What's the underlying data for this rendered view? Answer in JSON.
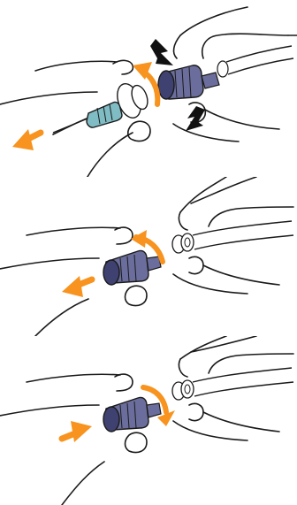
{
  "colors": {
    "line": "#1a1a1a",
    "arrow_orange": "#f7931e",
    "arrow_black": "#111111",
    "connector_purple": "#6b6e9c",
    "connector_dark": "#3f4170",
    "needle_hub_teal": "#7fbcc4",
    "paper": "#ffffff"
  },
  "steps": [
    {
      "id": "step-1",
      "action": "twist-off-needle-and-pull-away",
      "arrows": [
        "black-press-top",
        "black-press-bottom",
        "orange-rotate",
        "orange-pull-left"
      ]
    },
    {
      "id": "step-2",
      "action": "twist-off-cap-and-pull-away",
      "arrows": [
        "orange-rotate",
        "orange-pull-left"
      ]
    },
    {
      "id": "step-3",
      "action": "push-cap-and-twist-on",
      "arrows": [
        "orange-rotate",
        "orange-push-right"
      ]
    }
  ]
}
